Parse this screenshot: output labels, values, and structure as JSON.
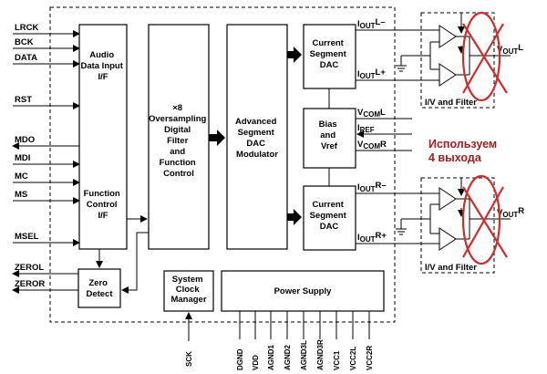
{
  "inputs_left": [
    "LRCK",
    "BCK",
    "DATA",
    "RST",
    "MDO",
    "MDI",
    "MC",
    "MS",
    "MSEL"
  ],
  "outputs_left": [
    "ZEROL",
    "ZEROR"
  ],
  "blocks": {
    "audio_if": [
      "Audio",
      "Data Input",
      "I/F"
    ],
    "function_control": [
      "Function",
      "Control",
      "I/F"
    ],
    "oversampling": [
      "×8",
      "Oversampling",
      "Digital",
      "Filter",
      "and",
      "Function",
      "Control"
    ],
    "modulator": [
      "Advanced",
      "Segment",
      "DAC",
      "Modulator"
    ],
    "dac_left": [
      "Current",
      "Segment",
      "DAC"
    ],
    "dac_right": [
      "Current",
      "Segment",
      "DAC"
    ],
    "bias": [
      "Bias",
      "and",
      "Vref"
    ],
    "zero_detect": [
      "Zero",
      "Detect"
    ],
    "clock_manager": [
      "System",
      "Clock",
      "Manager"
    ],
    "power_supply": "Power Supply"
  },
  "dac_outputs": {
    "left_minus": {
      "main": "I",
      "sub": "OUT",
      "sup": "L–"
    },
    "left_plus": {
      "main": "I",
      "sub": "OUT",
      "sup": "L+"
    },
    "right_minus": {
      "main": "I",
      "sub": "OUT",
      "sup": "R–"
    },
    "right_plus": {
      "main": "I",
      "sub": "OUT",
      "sup": "R+"
    }
  },
  "bias_pins": [
    {
      "main": "V",
      "sub": "COM",
      "sup": "L"
    },
    {
      "main": "I",
      "sub": "REF",
      "sup": ""
    },
    {
      "main": "V",
      "sub": "COM",
      "sup": "R"
    }
  ],
  "vout": {
    "left": {
      "main": "V",
      "sub": "OUT",
      "sup": "L"
    },
    "right": {
      "main": "V",
      "sub": "OUT",
      "sup": "R"
    }
  },
  "iv_filter_label": "I/V and Filter",
  "annotation": [
    "Используем",
    "4 выхода"
  ],
  "bottom_pins": [
    "SCK",
    "DGND",
    "VDD",
    "AGND1",
    "AGND2",
    "AGND3L",
    "AGND3R",
    "VCC1",
    "VCC2L",
    "VCC2R"
  ],
  "colors": {
    "annotation": "#a31d1d",
    "cross": "#cc2e2e"
  }
}
